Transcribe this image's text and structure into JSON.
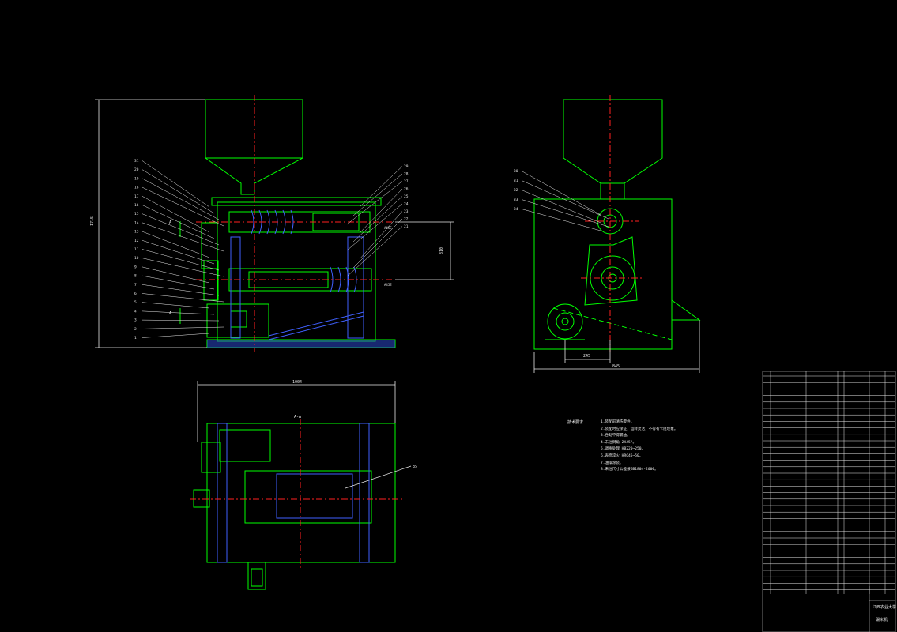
{
  "dimensions": {
    "overall_height": "1715",
    "roller_spacing": "310",
    "top_view_width": "1004",
    "side_offset": "245",
    "side_width": "845"
  },
  "section_labels": {
    "cut_left": "A",
    "cut_bottom": "A",
    "section_view": "A-A",
    "detail_1": "A45E",
    "detail_2": "A45E"
  },
  "tech_notes": {
    "title": "技术要求",
    "items": [
      "1.装配前清洗零件。",
      "2.装配时应保证，运转灵活，不得有卡阻现象。",
      "3.各处不得漏油。",
      "4.未注倒角 2X45°。",
      "5.调质处理 HB220~250。",
      "6.表面淬火 HRC45~50。",
      "7.油漆涂装。",
      "8.未注尺寸公差按GB1804-2000。"
    ]
  },
  "title_block": {
    "school": "江西农业大学",
    "drawing_name": "碾米机"
  },
  "balloons_left": [
    "31",
    "20",
    "19",
    "18",
    "17",
    "16",
    "15",
    "14",
    "13",
    "12",
    "11",
    "10",
    "9",
    "8",
    "7",
    "6",
    "5",
    "4",
    "3",
    "2",
    "1"
  ],
  "balloons_right": [
    "29",
    "28",
    "27",
    "26",
    "25",
    "24",
    "23",
    "22",
    "21"
  ],
  "balloons_side": [
    "30",
    "31",
    "32",
    "33",
    "34"
  ],
  "balloon_top_view": "35",
  "colors": {
    "outline": "#00ff00",
    "section": "#4060ff",
    "centerline": "#ff2020",
    "text": "#e8e8e8",
    "background": "#000000"
  }
}
